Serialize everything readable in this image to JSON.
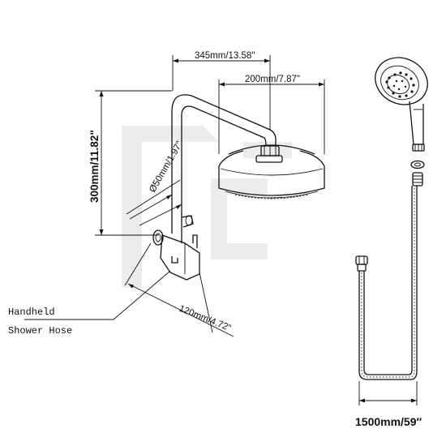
{
  "dimensions": {
    "arm_length": "345mm/13.58\"",
    "head_diameter": "200mm/7.87\"",
    "height": "300mm/11.82\"",
    "pipe_diameter": "Ø50mm/1.97\"",
    "outlet_length": "120mm/4.72\"",
    "hose_length": "1500mm/59″"
  },
  "labels": {
    "handheld_line1": "Handheld",
    "handheld_line2": "Shower Hose"
  },
  "colors": {
    "line": "#111111",
    "watermark": "#ececec",
    "background": "#ffffff"
  }
}
